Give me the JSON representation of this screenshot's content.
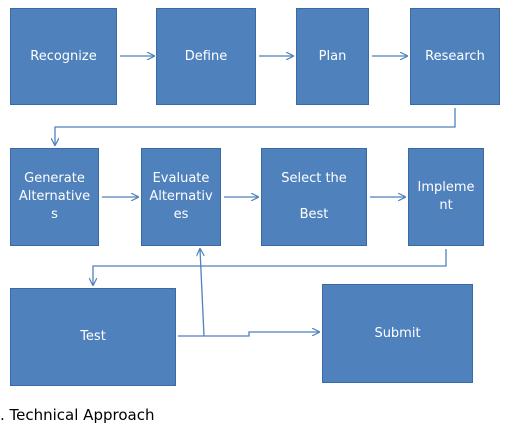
{
  "diagram": {
    "steps": {
      "recognize": "Recognize",
      "define": "Define",
      "plan": "Plan",
      "research": "Research",
      "generate": "Generate\nAlternative\ns",
      "evaluate": "Evaluate\nAlternativ\nes",
      "select": "Select the\n\nBest",
      "implement": "Impleme\nnt",
      "test": "Test",
      "submit": "Submit"
    },
    "box_color": "#4f81bd",
    "connector_color": "#4f81bd"
  },
  "caption": ". Technical Approach"
}
